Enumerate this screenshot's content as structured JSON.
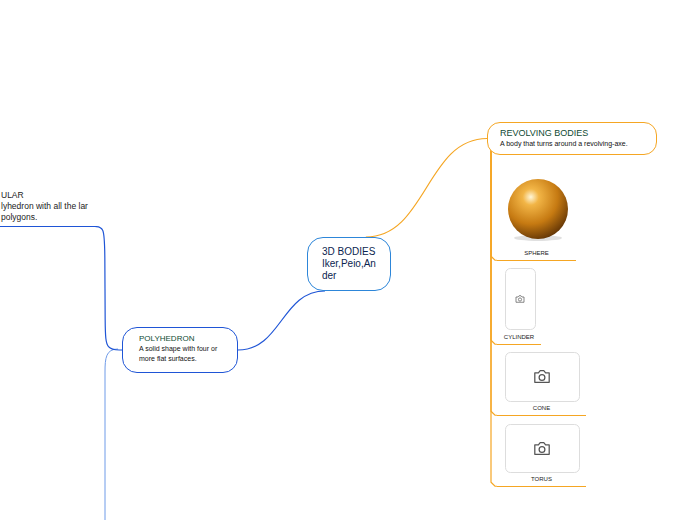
{
  "diagram": {
    "nodes": [
      {
        "text": [
          "3D BODIES Iker,Peio,Ander"
        ]
      },
      {
        "text": [
          "POLYHEDRON",
          "A solid shape with four or more flat surfaces."
        ]
      },
      {
        "text": [
          "ULAR",
          "lyhedron with all the lar polygons."
        ]
      },
      {
        "text": [
          "REVOLVING BODIES",
          "A body that turns around a revolving-axe."
        ]
      },
      {
        "text": [
          "SPHERE"
        ]
      },
      {
        "text": [
          "CYLINDER"
        ]
      },
      {
        "text": [
          "CONE"
        ]
      },
      {
        "text": [
          "TORUS"
        ]
      }
    ],
    "edges": [
      {
        "from": 0,
        "to": 1,
        "arrow": "none"
      },
      {
        "from": 0,
        "to": 3,
        "arrow": "none"
      },
      {
        "from": 1,
        "to": 2,
        "arrow": "none"
      },
      {
        "from": 3,
        "to": 4,
        "arrow": "none"
      },
      {
        "from": 3,
        "to": 5,
        "arrow": "none"
      },
      {
        "from": 3,
        "to": 6,
        "arrow": "none"
      },
      {
        "from": 3,
        "to": 7,
        "arrow": "none"
      }
    ]
  }
}
